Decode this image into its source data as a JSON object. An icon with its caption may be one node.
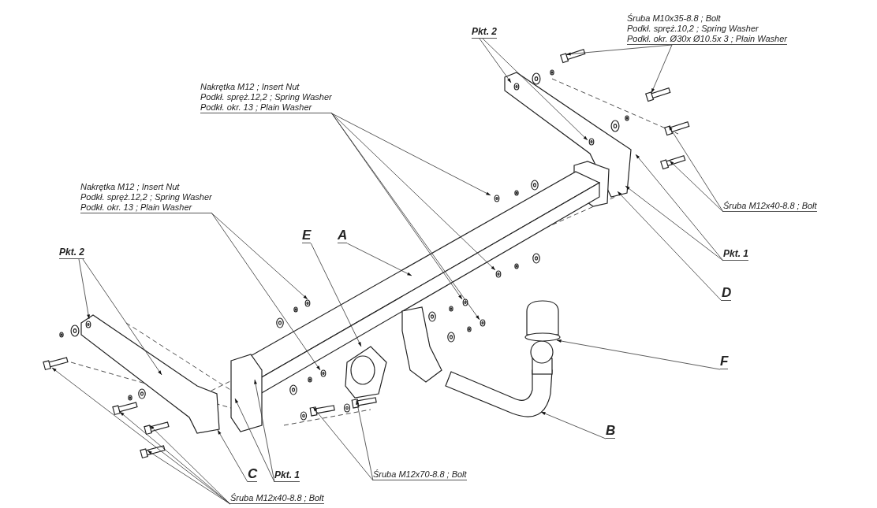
{
  "diagram": {
    "nodes": [
      {
        "text": [
          "Pkt. 2"
        ]
      },
      {
        "text": [
          "Śruba M10x35-8.8 ;  Bolt",
          "Podkł. spręż.10,2 ; Spring Washer",
          "Podkł. okr.  Ø30x Ø10.5x 3 ; Plain Washer"
        ]
      },
      {
        "text": [
          "Nakrętka  M12 ; Insert Nut",
          "Podkł. spręż.12,2 ; Spring Washer",
          "Podkł. okr. 13 ; Plain Washer"
        ]
      },
      {
        "text": [
          "Nakrętka  M12 ; Insert Nut",
          "Podkł. spręż.12,2 ; Spring Washer",
          "Podkł. okr. 13 ; Plain Washer"
        ]
      },
      {
        "text": [
          "E"
        ]
      },
      {
        "text": [
          "A"
        ]
      },
      {
        "text": [
          "Pkt. 2"
        ]
      },
      {
        "text": [
          "Śruba M12x40-8.8 ;  Bolt"
        ]
      },
      {
        "text": [
          "Pkt. 1"
        ]
      },
      {
        "text": [
          "D"
        ]
      },
      {
        "text": [
          "F"
        ]
      },
      {
        "text": [
          "B"
        ]
      },
      {
        "text": [
          "C"
        ]
      },
      {
        "text": [
          "Pkt. 1"
        ]
      },
      {
        "text": [
          "Śruba M12x70-8.8 ;  Bolt"
        ]
      },
      {
        "text": [
          "Śruba M12x40-8.8 ;  Bolt"
        ]
      }
    ],
    "edges": [
      {
        "from": 0,
        "to": null,
        "arrow": "to"
      },
      {
        "from": 0,
        "to": null,
        "arrow": "to"
      },
      {
        "from": 1,
        "to": null,
        "arrow": "to"
      },
      {
        "from": 1,
        "to": null,
        "arrow": "to"
      },
      {
        "from": 2,
        "to": null,
        "arrow": "to"
      },
      {
        "from": 2,
        "to": null,
        "arrow": "to"
      },
      {
        "from": 2,
        "to": null,
        "arrow": "to"
      },
      {
        "from": 2,
        "to": null,
        "arrow": "to"
      },
      {
        "from": 3,
        "to": null,
        "arrow": "to"
      },
      {
        "from": 3,
        "to": null,
        "arrow": "to"
      },
      {
        "from": 4,
        "to": null,
        "arrow": "to"
      },
      {
        "from": 5,
        "to": null,
        "arrow": "to"
      },
      {
        "from": 6,
        "to": null,
        "arrow": "to"
      },
      {
        "from": 6,
        "to": null,
        "arrow": "to"
      },
      {
        "from": 7,
        "to": null,
        "arrow": "to"
      },
      {
        "from": 7,
        "to": null,
        "arrow": "to"
      },
      {
        "from": 8,
        "to": null,
        "arrow": "to"
      },
      {
        "from": 8,
        "to": null,
        "arrow": "to"
      },
      {
        "from": 9,
        "to": null,
        "arrow": "to"
      },
      {
        "from": 10,
        "to": null,
        "arrow": "to"
      },
      {
        "from": 11,
        "to": null,
        "arrow": "to"
      },
      {
        "from": 12,
        "to": null,
        "arrow": "to"
      },
      {
        "from": 13,
        "to": null,
        "arrow": "to"
      },
      {
        "from": 13,
        "to": null,
        "arrow": "to"
      },
      {
        "from": 14,
        "to": null,
        "arrow": "to"
      },
      {
        "from": 14,
        "to": null,
        "arrow": "to"
      },
      {
        "from": 15,
        "to": null,
        "arrow": "to"
      },
      {
        "from": 15,
        "to": null,
        "arrow": "to"
      },
      {
        "from": 15,
        "to": null,
        "arrow": "to"
      },
      {
        "from": 15,
        "to": null,
        "arrow": "to"
      }
    ]
  }
}
